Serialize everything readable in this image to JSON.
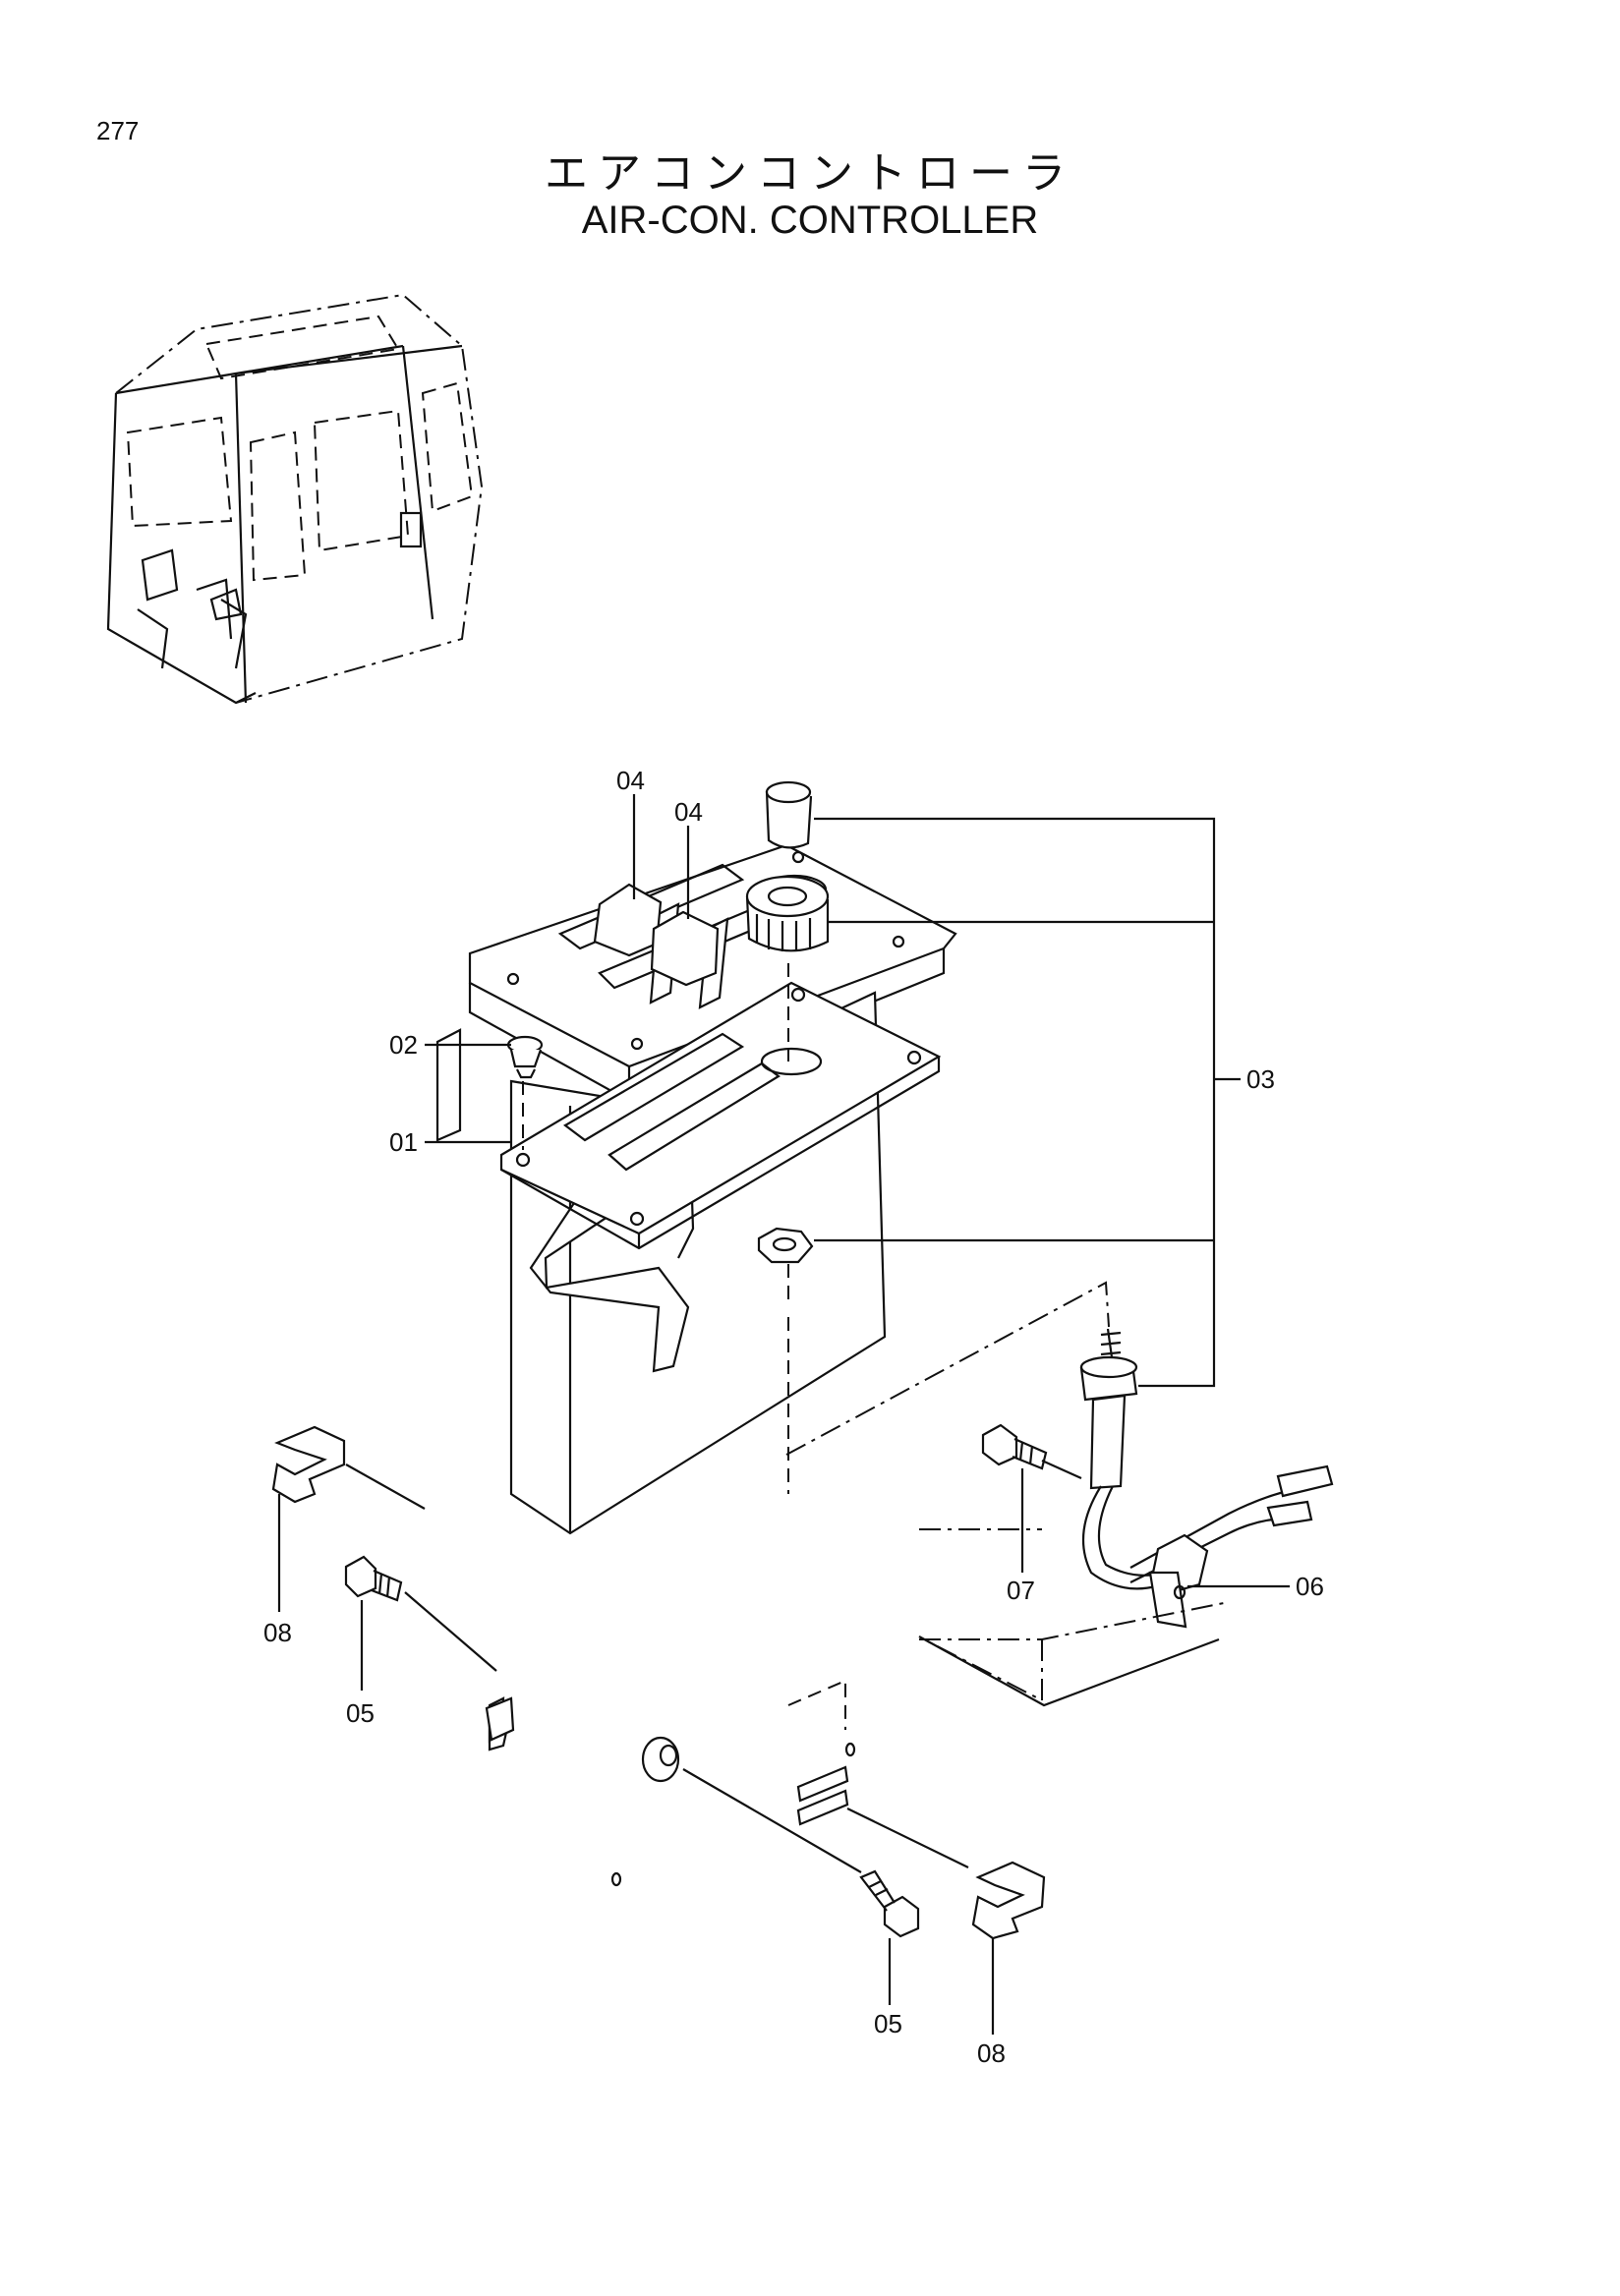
{
  "page": {
    "number": "277",
    "title_ja": "エアコンコントローラ",
    "title_en": "AIR-CON. CONTROLLER"
  },
  "callouts": {
    "c01": "01",
    "c02": "02",
    "c03": "03",
    "c04a": "04",
    "c04b": "04",
    "c05a": "05",
    "c05b": "05",
    "c06": "06",
    "c07": "07",
    "c08a": "08",
    "c08b": "08"
  }
}
